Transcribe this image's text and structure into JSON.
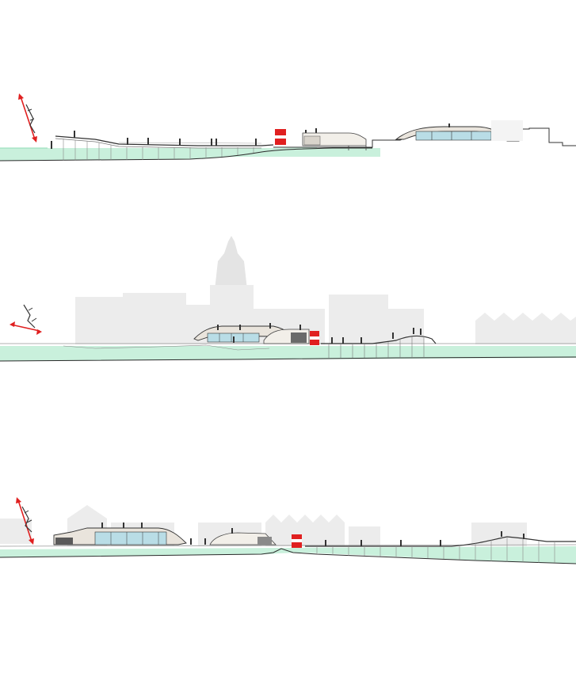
{
  "drawing": {
    "type": "architectural-site-sections",
    "section_count": 3,
    "colors": {
      "water": "#c9f0dc",
      "water_edge": "#9fe3c0",
      "line": "#333333",
      "accent_red": "#e02020",
      "ghost_building": "#ececec",
      "glass": "#b9dde6",
      "roof": "#e9e4dc"
    }
  },
  "sections": [
    {
      "id": "section-1",
      "icon": "north-arrow-icon"
    },
    {
      "id": "section-2",
      "icon": "north-arrow-icon"
    },
    {
      "id": "section-3",
      "icon": "north-arrow-icon"
    }
  ]
}
